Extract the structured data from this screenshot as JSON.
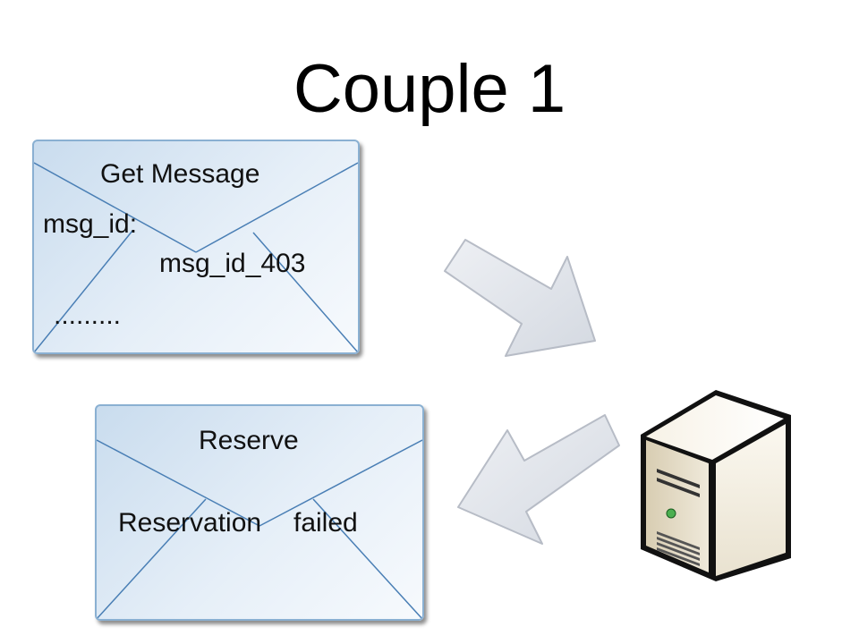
{
  "title": "Couple 1",
  "request_envelope": {
    "heading": "Get Message",
    "field_label": "msg_id:",
    "field_value": "msg_id_403",
    "ellipsis": "........."
  },
  "response_envelope": {
    "heading": "Reserve",
    "status_word1": "Reservation",
    "status_word2": "failed"
  },
  "icons": {
    "request_arrow": "arrow-down-right-icon",
    "response_arrow": "arrow-down-left-icon",
    "server": "server-tower-icon"
  },
  "colors": {
    "envelope_border": "#8ab0d2",
    "envelope_fill": "#d8e6f4",
    "arrow_fill": "#dfe3ea",
    "arrow_stroke": "#b7bcc6",
    "server_front": "#e8e0cc",
    "server_led": "#4caf50"
  }
}
